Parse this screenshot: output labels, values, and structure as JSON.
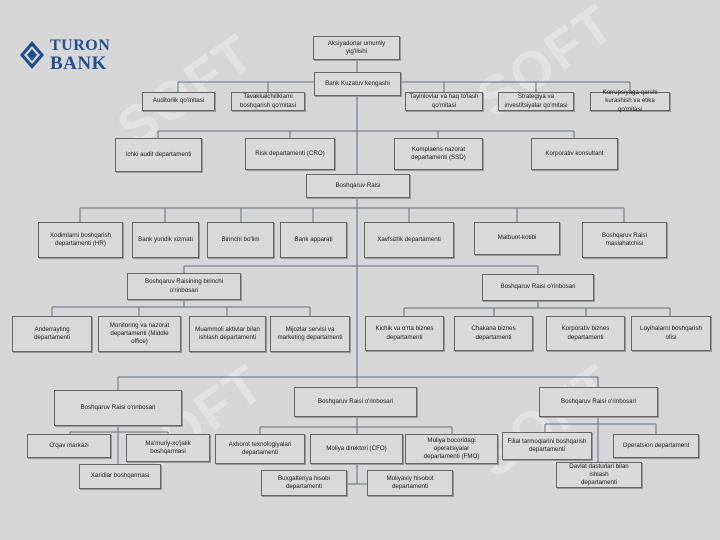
{
  "logo": {
    "line1": "TURON",
    "line2": "BANK"
  },
  "watermark": "SOFT",
  "nodes": {
    "aksiyadorlar": "Aksiyadorlar umumiy\nyig'ilishi",
    "kuzatuv": "Bank Kuzatuv kengashi",
    "auditorlik": "Auditorlik qo'mitasi",
    "tavakkalchilik": "Tavakkalchiliklarni\nboshqarish qo'mitasi",
    "tayinlovlar": "Tayinlovlar va haq to'lash\nqo'mitasi",
    "strategiya": "Strategiya va\ninvestitsiyalar qo'mitasi",
    "korrupsiya": "Korrupsiyaga qarshi\nkurashish va etika qo'mitasi",
    "ichki_audit": "Ichki audit departamenti",
    "risk": "Risk departamenti (CRO)",
    "komplaens": "Komplaens nazorat\ndepartamenti (SSD)",
    "korporativ_konsultant": "Korporativ konsultant",
    "raisi": "Boshqaruv Raisi",
    "xodimlarni": "Xodimlarni boshqarish\ndepartamenti (HR)",
    "yuridik": "Bank yuridik xizmati",
    "birinchi": "Birinchi bo'lim",
    "apparati": "Bank apparati",
    "xavfsizlik": "Xavfsizlik departamenti",
    "matbuot": "Matbuot-kotibi",
    "maslahatchisi": "Boshqaruv Raisi\nmaslahatchisi",
    "birinchi_orinbosar": "Boshqaruv Raisining birinchi\no'rinbosari",
    "orinbosar_right": "Boshqaruv Raisi o'rinbosari",
    "anderrayting": "Anderrayting\ndepartamenti",
    "monitoring": "Monitoring va nazorat\ndepartamenti (Middle\noffice)",
    "muammoli": "Muammoli aktivlar bilan\nishlash departamenti",
    "mijozlar": "Mijozlar servisi va\nmarketing departamenti",
    "kichik": "Kichik va o'rta biznes\ndepartamenti",
    "chakana": "Chakana biznes\ndepartamenti",
    "korporativ_biznes": "Korporativ biznes\ndepartamenti",
    "loyihalarni": "Loyihalarni boshqarish\nofisi",
    "orinbosar_b1": "Boshqaruv Raisi o'rinbosari",
    "orinbosar_b2": "Boshqaruv Raisi o'rinbosari",
    "orinbosar_b3": "Boshqaruv Raisi o'rinbosari",
    "oqav": "O'qav markazi",
    "mamuriy": "Ma'muriy-xo'jalik\nboshqarmasi",
    "xaridlar": "Xaridlar boshqarmasi",
    "axborot": "Axborot texnologiyalari\ndepartamenti",
    "moliya_direktori": "Moliya direktori (CFO)",
    "moliya_boshqaruv": "Moliya bocoridagi operatsiyalar\ndepartamenti (FMO)",
    "buxgalteriya": "Buxgalteriya hisobi\ndepartamenti",
    "moliyaviy_hisobot": "Moliyaviy hisobot\ndepartamenti",
    "filial": "Filial tarmoqlarini boshqarish\ndepartamenti",
    "operatsion": "Operatsion departament",
    "davlat": "Davlat dasturlari bilan ishlash\ndepartamenti"
  }
}
